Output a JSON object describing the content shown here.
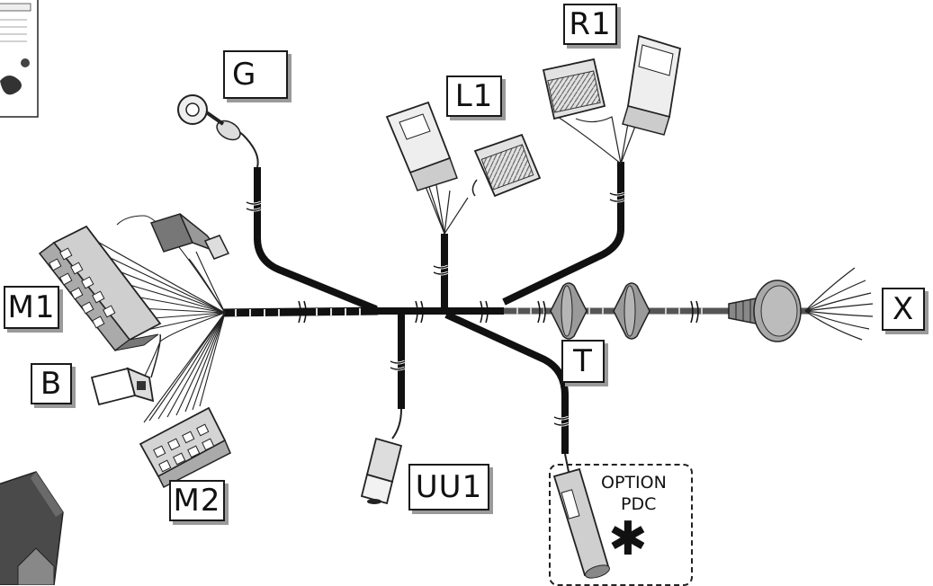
{
  "labels": {
    "g": "G",
    "l1": "L1",
    "r1": "R1",
    "m1": "M1",
    "b": "B",
    "m2": "M2",
    "uu1": "UU1",
    "t": "T",
    "x": "X"
  },
  "option": {
    "line1": "OPTION",
    "line2": "PDC",
    "marker": "✱"
  },
  "colors": {
    "wire": "#111111",
    "outline": "#1a1a1a",
    "connector_fill": "#e6e6e6",
    "grommet_fill": "#9a9a9a",
    "shadow": "#9a9a9a"
  }
}
